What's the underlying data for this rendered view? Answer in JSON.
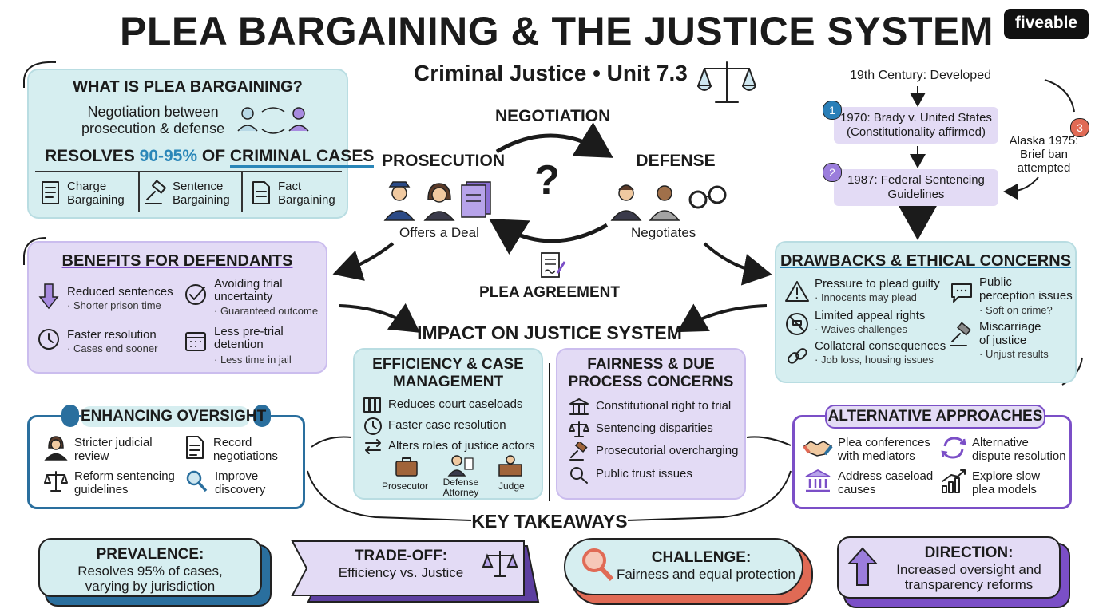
{
  "header": {
    "title": "PLEA BARGAINING & THE JUSTICE SYSTEM",
    "subtitle": "Criminal Justice • Unit 7.3",
    "logo": "fiveable"
  },
  "what_is": {
    "title": "WHAT IS PLEA BARGAINING?",
    "desc_line1": "Negotiation between",
    "desc_line2": "prosecution & defense",
    "resolves_pre": "RESOLVES ",
    "resolves_pct": "90-95%",
    "resolves_mid": " OF ",
    "resolves_post": "CRIMINAL CASES",
    "types": [
      {
        "l1": "Charge",
        "l2": "Bargaining",
        "icon": "document-icon"
      },
      {
        "l1": "Sentence",
        "l2": "Bargaining",
        "icon": "gavel-icon"
      },
      {
        "l1": "Fact",
        "l2": "Bargaining",
        "icon": "document-icon"
      }
    ]
  },
  "center": {
    "negotiation": "NEGOTIATION",
    "prosecution": "PROSECUTION",
    "defense": "DEFENSE",
    "question": "?",
    "offers": "Offers a Deal",
    "negotiates": "Negotiates",
    "plea_agreement": "PLEA AGREEMENT"
  },
  "timeline": {
    "developed": "19th Century: Developed",
    "n1": "1",
    "event1_l1": "1970: Brady v. United States",
    "event1_l2": "(Constitutionality affirmed)",
    "n2": "2",
    "event2_l1": "1987: Federal Sentencing",
    "event2_l2": "Guidelines",
    "n3": "3",
    "event3_l1": "Alaska 1975:",
    "event3_l2": "Brief ban",
    "event3_l3": "attempted"
  },
  "benefits": {
    "title": "BENEFITS FOR DEFENDANTS",
    "items": [
      {
        "l1": "Reduced sentences",
        "l2": "",
        "sub": "· Shorter prison time",
        "icon": "down-arrow-icon"
      },
      {
        "l1": "Avoiding trial",
        "l2": "uncertainty",
        "sub": "· Guaranteed outcome",
        "icon": "checkmark-icon"
      },
      {
        "l1": "Faster resolution",
        "l2": "",
        "sub": "· Cases end sooner",
        "icon": "clock-icon"
      },
      {
        "l1": "Less pre-trial",
        "l2": "detention",
        "sub": "· Less time in jail",
        "icon": "calendar-icon"
      }
    ]
  },
  "drawbacks": {
    "title": "DRAWBACKS & ETHICAL CONCERNS",
    "items": [
      {
        "l1": "Pressure to plead guilty",
        "l2": "",
        "sub": "· Innocents may plead",
        "icon": "warning-icon"
      },
      {
        "l1": "Public",
        "l2": "perception issues",
        "sub": "· Soft on crime?",
        "icon": "speech-bubble-icon"
      },
      {
        "l1": "Limited appeal rights",
        "l2": "",
        "sub": "· Waives challenges",
        "icon": "no-gavel-icon"
      },
      {
        "l1": "Miscarriage",
        "l2": "of justice",
        "sub": "· Unjust results",
        "icon": "gavel-icon"
      },
      {
        "l1": "Collateral consequences",
        "l2": "",
        "sub": "· Job loss, housing issues",
        "icon": "chain-link-icon"
      }
    ]
  },
  "impact": {
    "title": "IMPACT ON JUSTICE SYSTEM",
    "efficiency": {
      "title_l1": "EFFICIENCY & CASE",
      "title_l2": "MANAGEMENT",
      "items": [
        "Reduces court caseloads",
        "Faster case resolution",
        "Alters roles of justice actors"
      ],
      "actors": [
        {
          "l1": "Prosecutor",
          "l2": ""
        },
        {
          "l1": "Defense",
          "l2": "Attorney"
        },
        {
          "l1": "Judge",
          "l2": ""
        }
      ]
    },
    "fairness": {
      "title_l1": "FAIRNESS & DUE",
      "title_l2": "PROCESS CONCERNS",
      "items": [
        "Constitutional right to trial",
        "Sentencing disparities",
        "Prosecutorial overcharging",
        "Public trust issues"
      ]
    }
  },
  "oversight": {
    "title": "ENHANCING OVERSIGHT",
    "items": [
      {
        "l1": "Stricter judicial",
        "l2": "review",
        "icon": "judge-icon"
      },
      {
        "l1": "Record",
        "l2": "negotiations",
        "icon": "document-icon"
      },
      {
        "l1": "Reform sentencing",
        "l2": "guidelines",
        "icon": "scales-icon"
      },
      {
        "l1": "Improve",
        "l2": "discovery",
        "icon": "magnifier-icon"
      }
    ]
  },
  "alternatives": {
    "title": "ALTERNATIVE APPROACHES",
    "items": [
      {
        "l1": "Plea conferences",
        "l2": "with mediators",
        "icon": "handshake-icon"
      },
      {
        "l1": "Alternative",
        "l2": "dispute resolution",
        "icon": "cycle-icon"
      },
      {
        "l1": "Address caseload",
        "l2": "causes",
        "icon": "courthouse-icon"
      },
      {
        "l1": "Explore slow",
        "l2": "plea models",
        "icon": "growth-chart-icon"
      }
    ]
  },
  "takeaways": {
    "title": "KEY TAKEAWAYS",
    "cards": [
      {
        "head": "PREVALENCE:",
        "l1": "Resolves 95% of cases,",
        "l2": "varying by jurisdiction"
      },
      {
        "head": "TRADE-OFF:",
        "l1": "Efficiency vs. Justice",
        "l2": ""
      },
      {
        "head": "CHALLENGE:",
        "l1": "Fairness and equal protection",
        "l2": ""
      },
      {
        "head": "DIRECTION:",
        "l1": "Increased oversight and",
        "l2": "transparency reforms"
      }
    ]
  },
  "colors": {
    "teal": "#d6eef0",
    "lavender": "#e3dbf5",
    "accent_blue": "#2a7fb8",
    "accent_purple": "#7b4fc7",
    "accent_coral": "#e06a55"
  }
}
